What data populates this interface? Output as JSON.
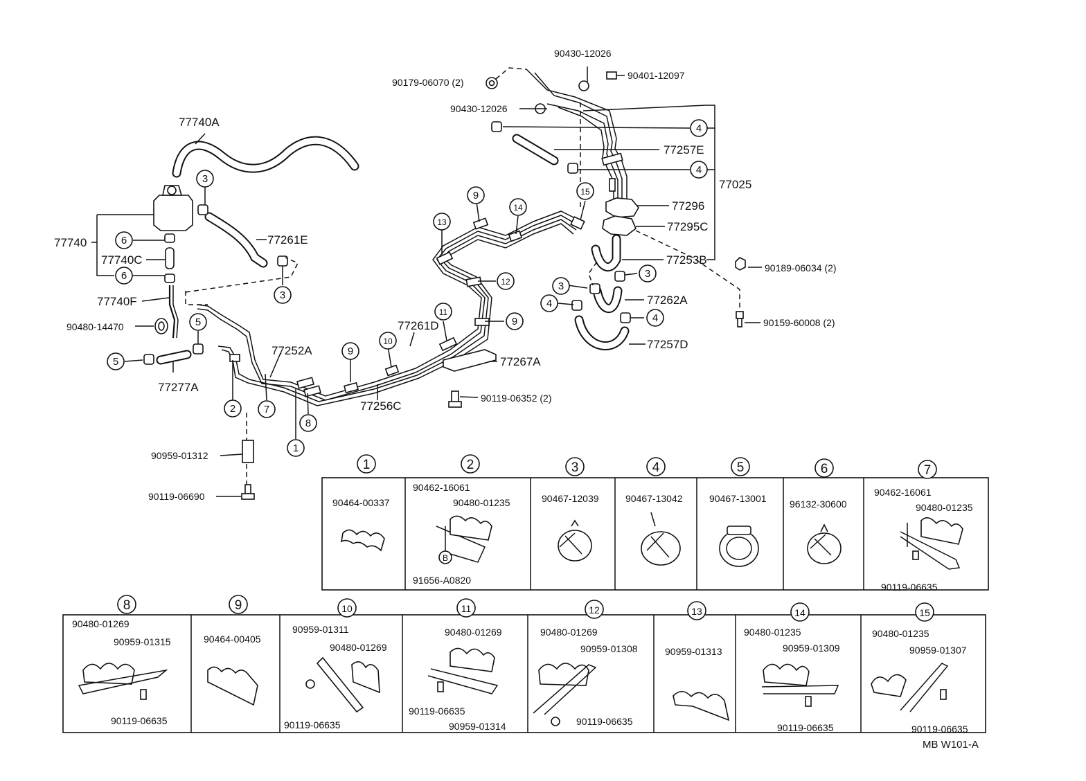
{
  "main": {
    "labels": [
      "90430-12026",
      "90401-12097",
      "90179-06070 (2)",
      "90430-12026",
      "77740A",
      "77257E",
      "77025",
      "77296",
      "77295C",
      "77253B",
      "77740",
      "77740C",
      "77740F",
      "90480-14470",
      "77261E",
      "90189-06034 (2)",
      "90159-60008 (2)",
      "77262A",
      "77257D",
      "77252A",
      "77261D",
      "77267A",
      "77256C",
      "77277A",
      "90119-06352 (2)",
      "90959-01312",
      "90119-06690"
    ],
    "callouts": [
      "1",
      "2",
      "3",
      "4",
      "5",
      "6",
      "7",
      "8",
      "9",
      "10",
      "11",
      "12",
      "13",
      "14",
      "15"
    ]
  },
  "parts_table": {
    "cells": [
      {
        "no": "1",
        "parts": [
          "90464-00337"
        ]
      },
      {
        "no": "2",
        "parts": [
          "90462-16061",
          "90480-01235",
          "91656-A0820"
        ],
        "marker": "B"
      },
      {
        "no": "3",
        "parts": [
          "90467-12039"
        ]
      },
      {
        "no": "4",
        "parts": [
          "90467-13042"
        ]
      },
      {
        "no": "5",
        "parts": [
          "90467-13001"
        ]
      },
      {
        "no": "6",
        "parts": [
          "96132-30600"
        ]
      },
      {
        "no": "7",
        "parts": [
          "90462-16061",
          "90480-01235",
          "90119-06635"
        ]
      },
      {
        "no": "8",
        "parts": [
          "90480-01269",
          "90959-01315",
          "90119-06635"
        ]
      },
      {
        "no": "9",
        "parts": [
          "90464-00405"
        ]
      },
      {
        "no": "10",
        "parts": [
          "90959-01311",
          "90480-01269",
          "90119-06635"
        ]
      },
      {
        "no": "11",
        "parts": [
          "90480-01269",
          "90119-06635",
          "90959-01314"
        ]
      },
      {
        "no": "12",
        "parts": [
          "90480-01269",
          "90959-01308",
          "90119-06635"
        ]
      },
      {
        "no": "13",
        "parts": [
          "90959-01313"
        ]
      },
      {
        "no": "14",
        "parts": [
          "90480-01235",
          "90959-01309",
          "90119-06635"
        ]
      },
      {
        "no": "15",
        "parts": [
          "90480-01235",
          "90959-01307",
          "90119-06635"
        ]
      }
    ]
  },
  "footer": {
    "code": "MB  W101-A"
  }
}
